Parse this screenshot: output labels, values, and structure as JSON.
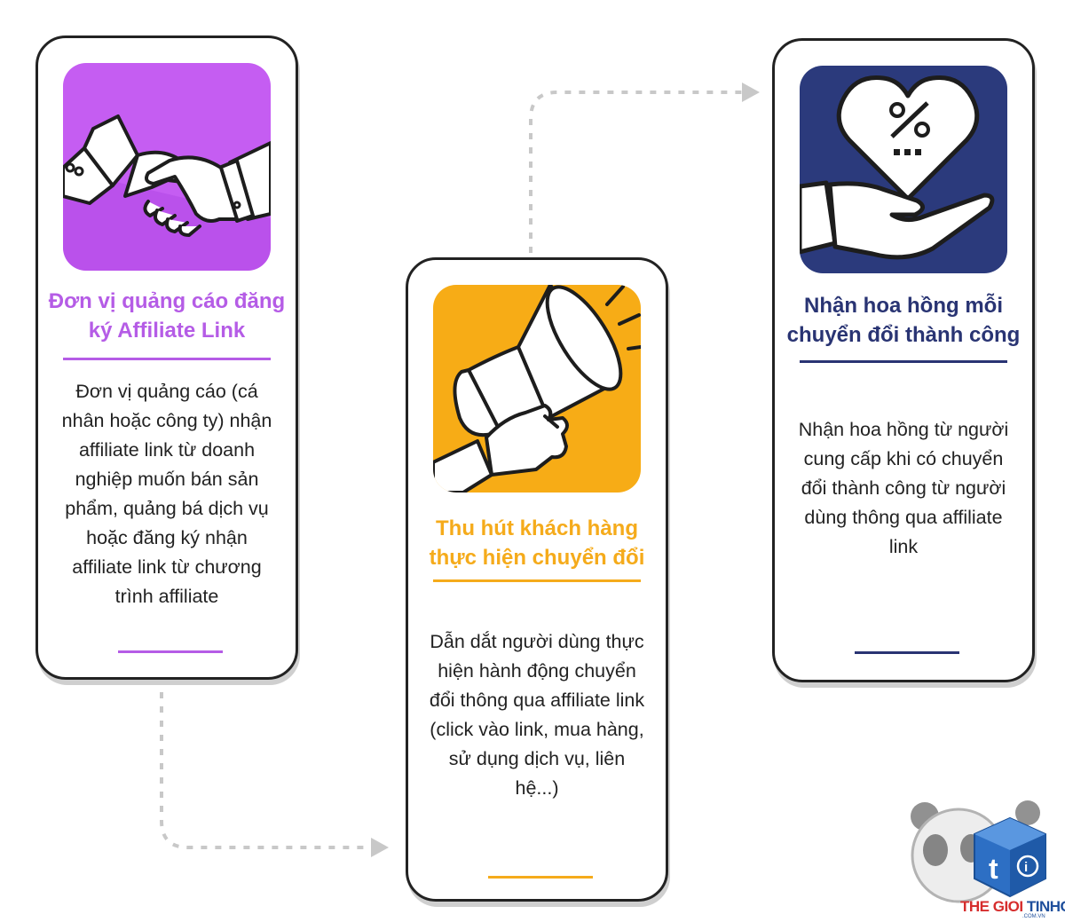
{
  "steps": [
    {
      "title": "Đơn vị quảng cáo đăng ký Affiliate Link",
      "description": "Đơn vị quảng cáo (cá nhân hoặc công ty) nhận affiliate link từ doanh nghiệp muốn bán sản phẩm, quảng bá dịch vụ hoặc đăng ký nhận affiliate link từ chương trình affiliate",
      "accent": "#b55ce6",
      "icon": "handshake-icon"
    },
    {
      "title": "Thu hút khách hàng thực hiện chuyển đổi",
      "description": "Dẫn dắt người dùng thực hiện hành động chuyển đổi thông qua affiliate link (click vào link, mua hàng, sử dụng dịch vụ, liên hệ...)",
      "accent": "#f5ab1b",
      "icon": "megaphone-icon"
    },
    {
      "title": "Nhận hoa hồng mỗi chuyển đổi thành công",
      "description": "Nhận hoa hồng từ người cung cấp khi có chuyển đổi thành công từ người dùng thông qua affiliate link",
      "accent": "#293473",
      "icon": "heart-percent-hand-icon"
    }
  ],
  "brand": {
    "name_part1": "THE GIOI ",
    "name_part2": "TINHOC",
    "domain": ".COM.VN",
    "icon": "panda-cube-logo-icon"
  },
  "colors": {
    "border": "#222222",
    "connector": "#c8c8c8"
  }
}
